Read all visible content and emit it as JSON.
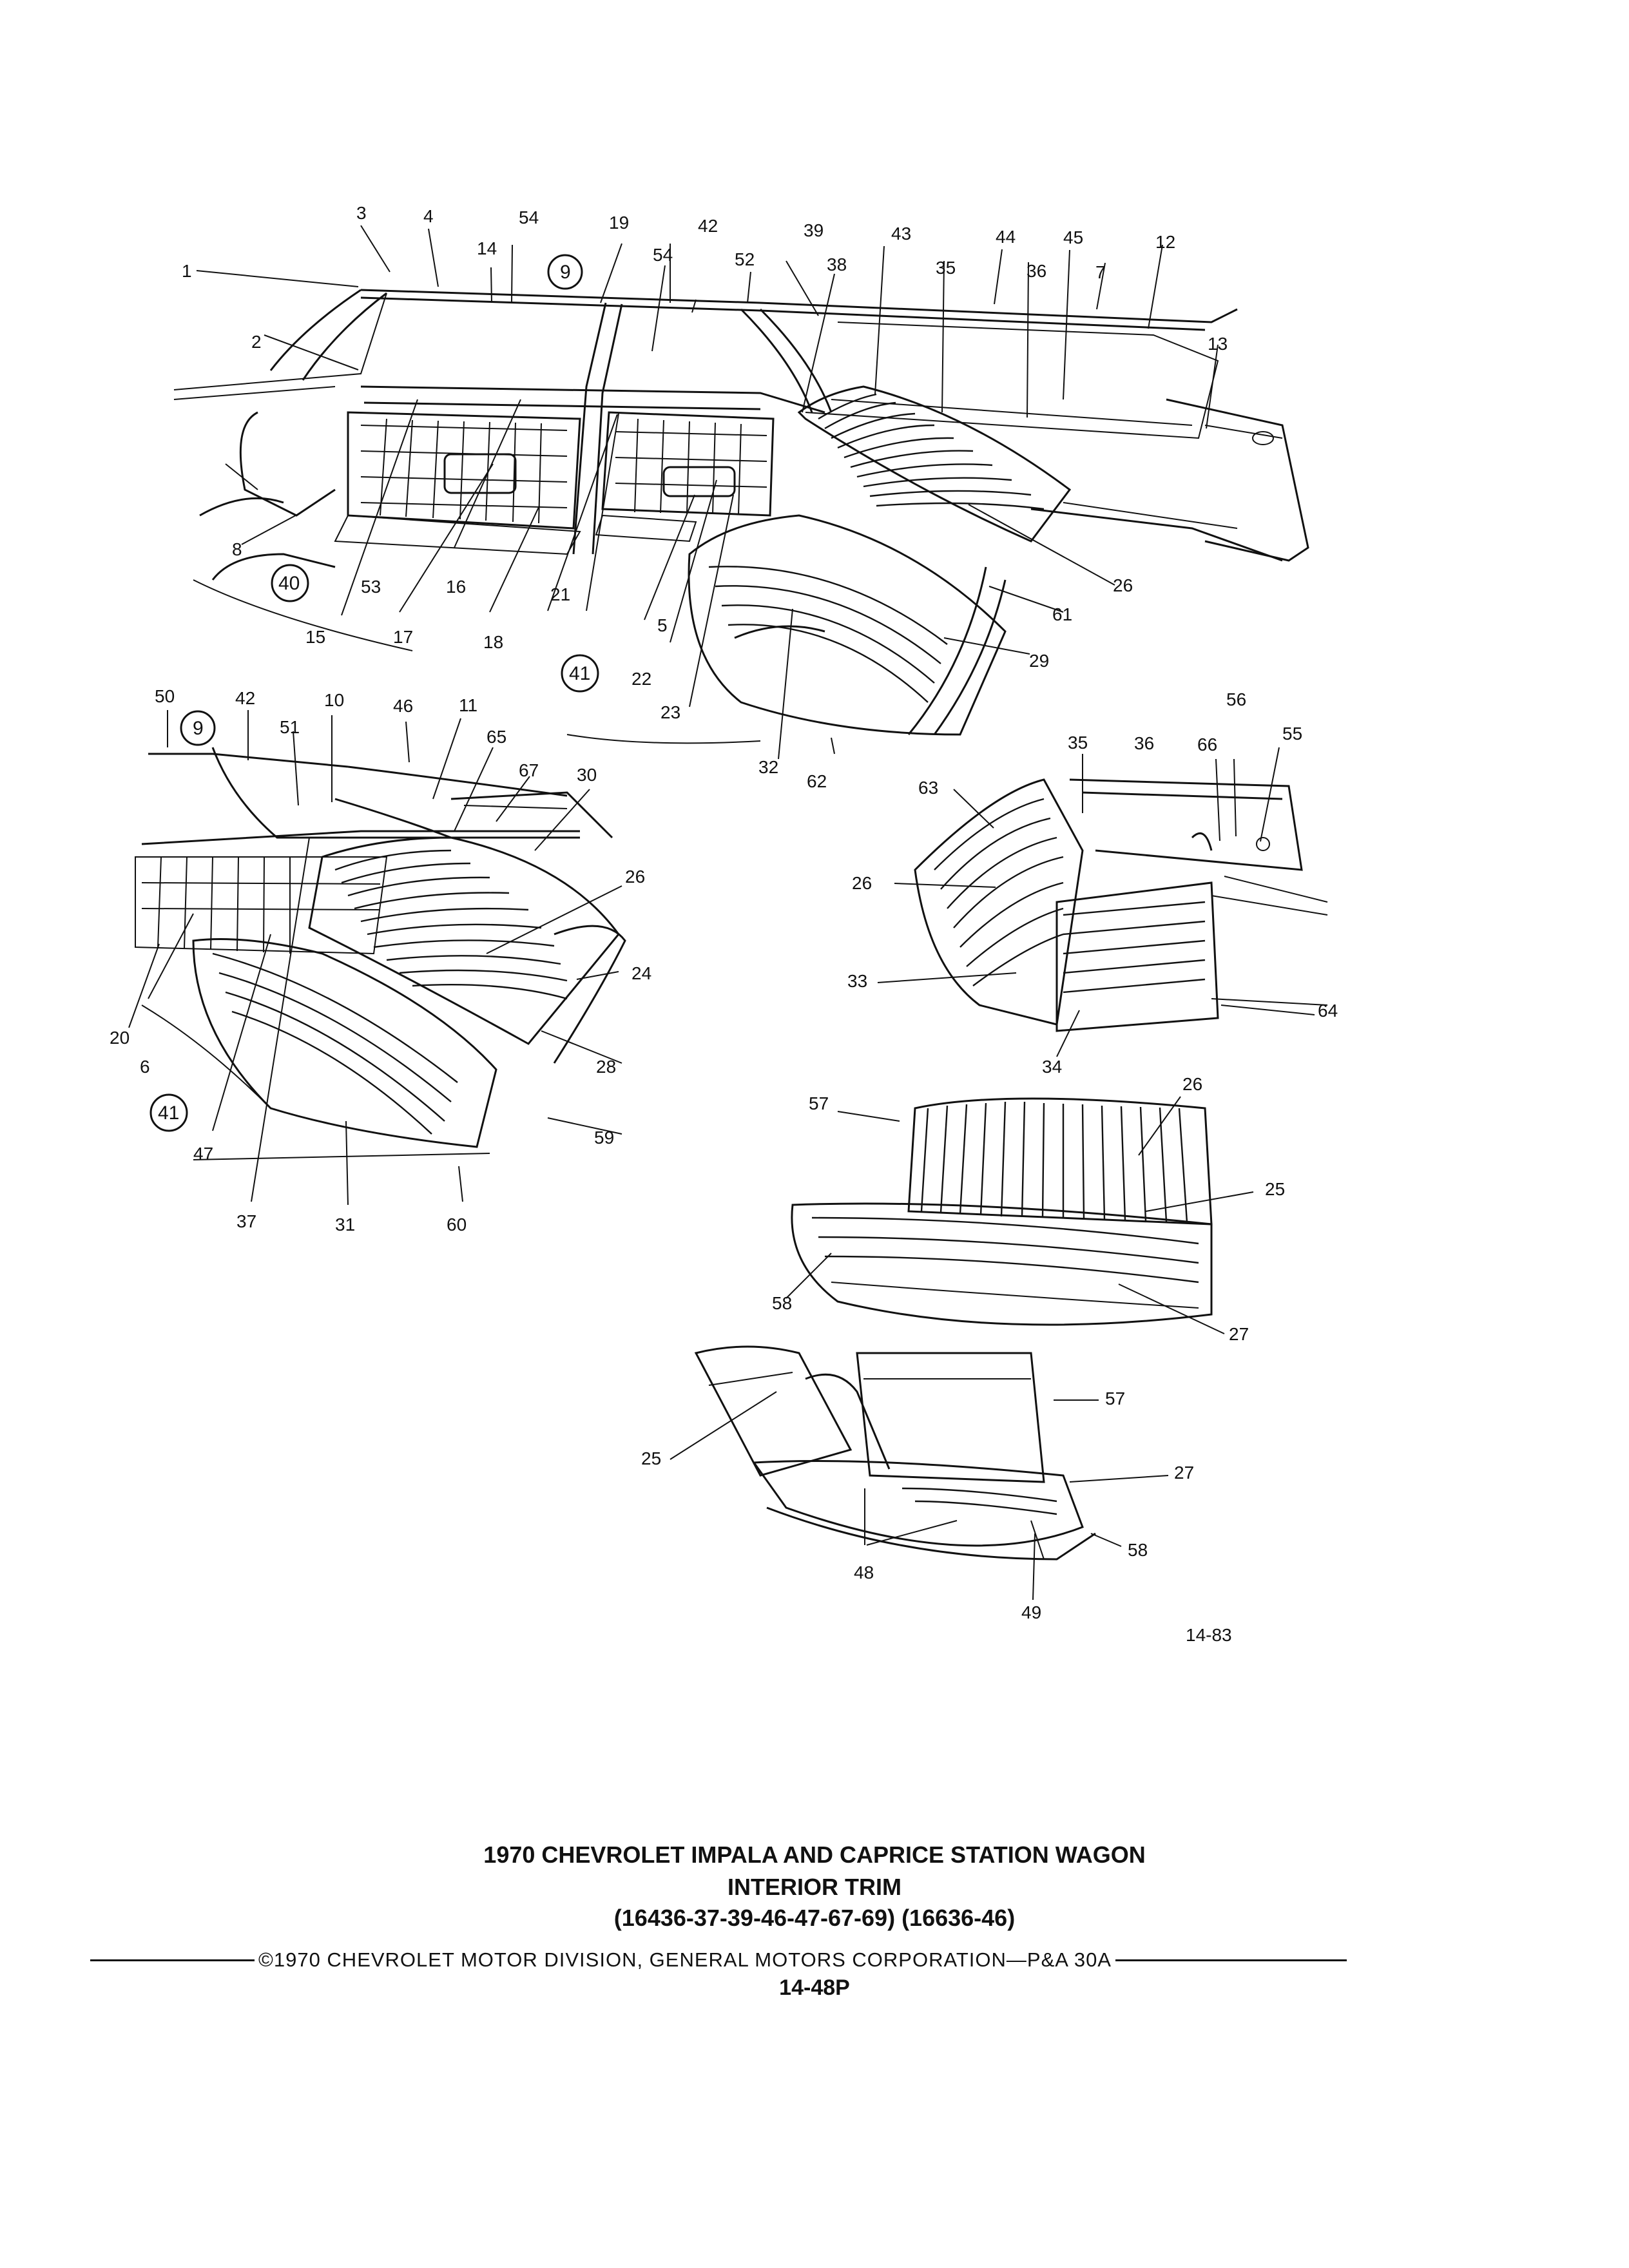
{
  "callouts": [
    "1",
    "2",
    "3",
    "4",
    "5",
    "6",
    "7",
    "8",
    "10",
    "11",
    "12",
    "13",
    "14",
    "15",
    "16",
    "17",
    "18",
    "19",
    "20",
    "21",
    "22",
    "23",
    "24",
    "25",
    "26",
    "27",
    "28",
    "29",
    "30",
    "31",
    "32",
    "33",
    "34",
    "35",
    "36",
    "37",
    "38",
    "39",
    "42",
    "43",
    "44",
    "45",
    "46",
    "47",
    "48",
    "49",
    "50",
    "51",
    "52",
    "53",
    "54",
    "55",
    "56",
    "57",
    "58",
    "59",
    "60",
    "61",
    "62",
    "63",
    "64",
    "65",
    "66",
    "67"
  ],
  "circled_refs": [
    "9",
    "40",
    "41"
  ],
  "figure_ref": "14-83",
  "title": {
    "line1": "1970 CHEVROLET IMPALA AND CAPRICE STATION WAGON",
    "line2": "INTERIOR TRIM",
    "line3": "(16436-37-39-46-47-67-69) (16636-46)"
  },
  "copyright": "©1970 CHEVROLET MOTOR DIVISION, GENERAL MOTORS CORPORATION—P&A 30A",
  "page_number": "14-48P"
}
